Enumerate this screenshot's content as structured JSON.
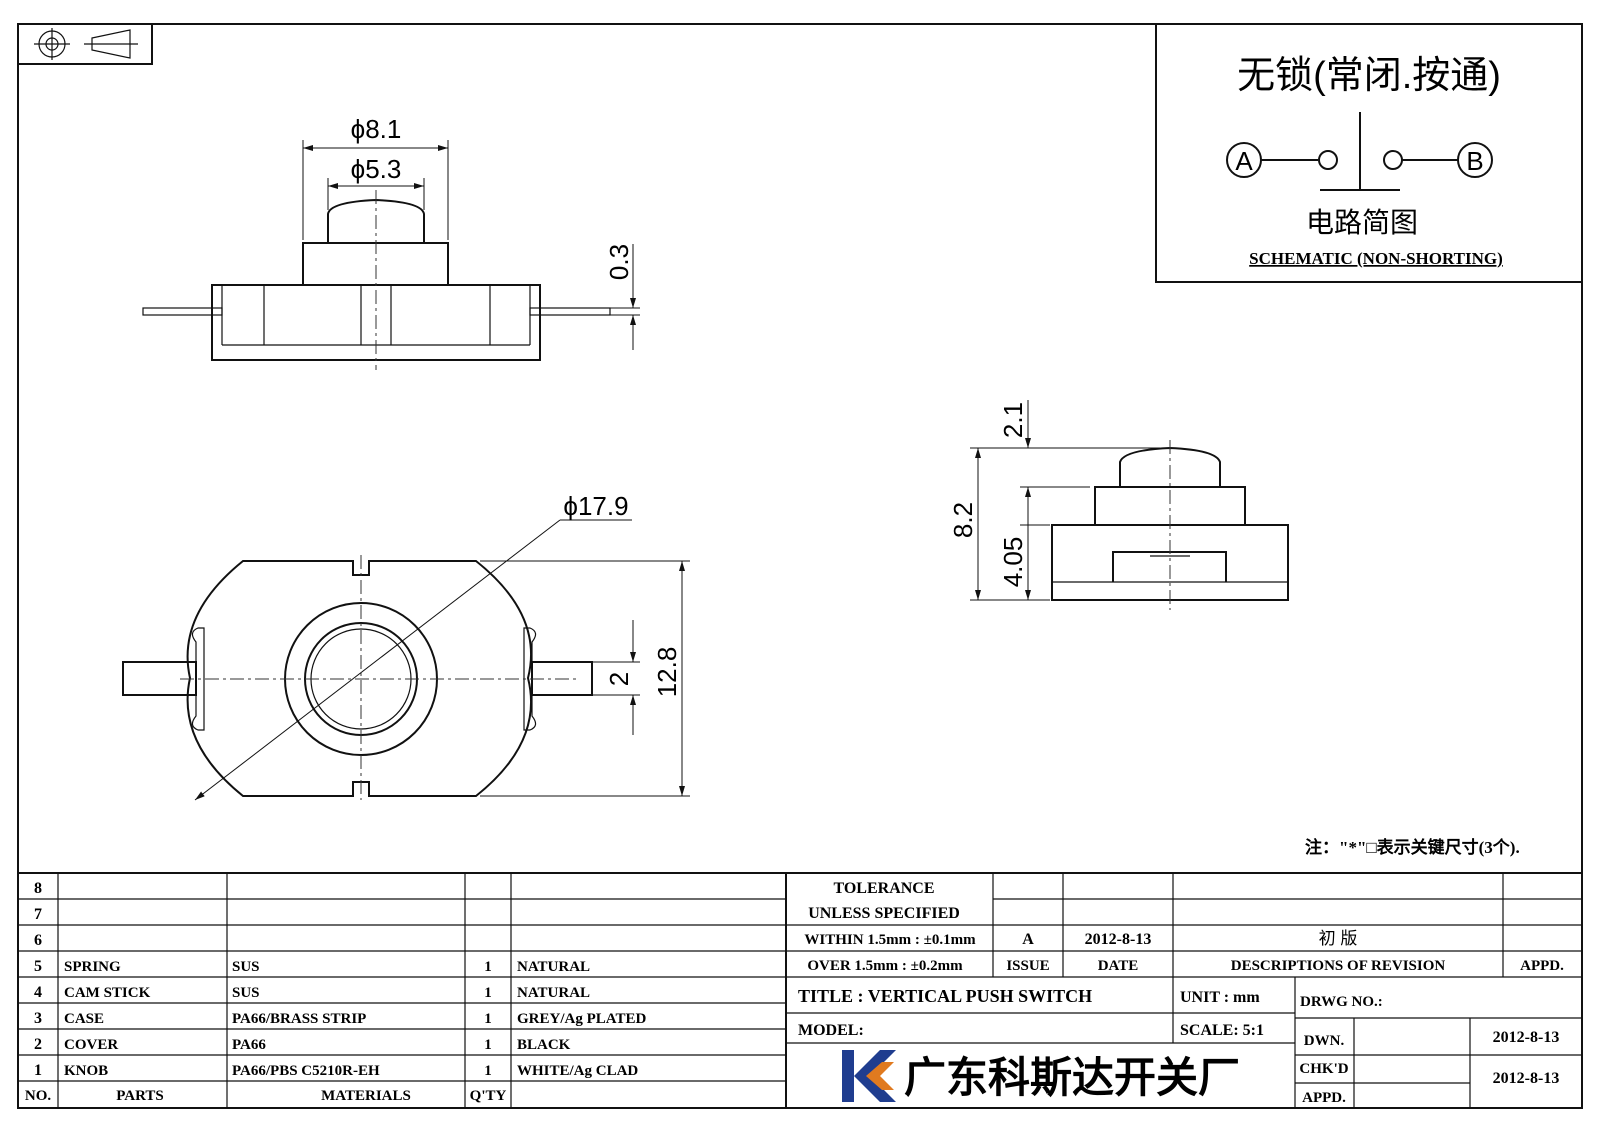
{
  "schematic": {
    "title": "无锁(常闭.按通)",
    "terminal_a": "A",
    "terminal_b": "B",
    "subtitle_cn": "电路简图",
    "subtitle_en": "SCHEMATIC (NON-SHORTING)"
  },
  "dimensions": {
    "knob_outer": "ϕ8.1",
    "knob_inner": "ϕ5.3",
    "tab_thickness": "0.3",
    "body_diameter": "ϕ17.9",
    "slot_width": "2",
    "body_width": "12.8",
    "knob_height": "2.1",
    "total_height": "8.2",
    "base_height": "4.05"
  },
  "note": "注：\"*\"□表示关键尺寸(3个).",
  "bom": {
    "empty_rows": [
      "8",
      "7",
      "6"
    ],
    "rows": [
      {
        "no": "5",
        "part": "SPRING",
        "material": "SUS",
        "qty": "1",
        "finish": "NATURAL"
      },
      {
        "no": "4",
        "part": "CAM STICK",
        "material": "SUS",
        "qty": "1",
        "finish": "NATURAL"
      },
      {
        "no": "3",
        "part": "CASE",
        "material": "PA66/BRASS STRIP",
        "qty": "1",
        "finish": "GREY/Ag PLATED"
      },
      {
        "no": "2",
        "part": "COVER",
        "material": "PA66",
        "qty": "1",
        "finish": "BLACK"
      },
      {
        "no": "1",
        "part": "KNOB",
        "material": "PA66/PBS C5210R-EH",
        "qty": "1",
        "finish": "WHITE/Ag CLAD"
      }
    ],
    "header": {
      "no": "NO.",
      "parts": "PARTS",
      "materials": "MATERIALS",
      "qty": "Q'TY"
    }
  },
  "title_block": {
    "tolerance_1": "TOLERANCE",
    "tolerance_2": "UNLESS  SPECIFIED",
    "within": "WITHIN 1.5mm : ±0.1mm",
    "over": "OVER 1.5mm : ±0.2mm",
    "issue_value": "A",
    "date_value": "2012-8-13",
    "revision_value": "初  版",
    "issue_label": "ISSUE",
    "date_label": "DATE",
    "desc_label": "DESCRIPTIONS OF REVISION",
    "appd_label": "APPD.",
    "title": "TITLE :  VERTICAL PUSH SWITCH",
    "unit": "UNIT :  mm",
    "drwg_no": "DRWG NO.:",
    "model": "MODEL:",
    "scale": "SCALE:  5:1",
    "dwn": "DWN.",
    "dwn_date": "2012-8-13",
    "chkd": "CHK'D",
    "chkd_date": "2012-8-13",
    "appd": "APPD.",
    "company": "广东科斯达开关厂"
  },
  "colors": {
    "line": "#111111",
    "logo_blue": "#1f3d8f",
    "logo_orange": "#e07a1f"
  }
}
